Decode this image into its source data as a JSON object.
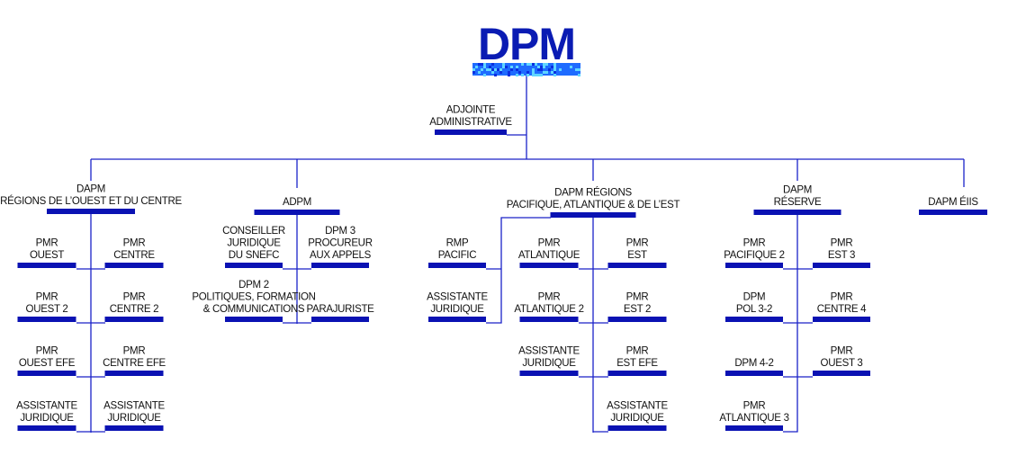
{
  "title": "DPM",
  "colors": {
    "bar": "#0a12b3",
    "line": "#1a22c8",
    "title": "#0a1bb3",
    "pattern_light": "#5fd6ff",
    "pattern_mid": "#1e6bff"
  },
  "adjointe": [
    "ADJOINTE",
    "ADMINISTRATIVE"
  ],
  "branches": {
    "ouest_centre": {
      "head": [
        "DAPM",
        "RÉGIONS DE L’OUEST ET DU CENTRE"
      ],
      "left": [
        [
          "PMR",
          "OUEST"
        ],
        [
          "PMR",
          "OUEST 2"
        ],
        [
          "PMR",
          "OUEST EFE"
        ],
        [
          "ASSISTANTE",
          "JURIDIQUE"
        ]
      ],
      "right": [
        [
          "PMR",
          "CENTRE"
        ],
        [
          "PMR",
          "CENTRE 2"
        ],
        [
          "PMR",
          "CENTRE EFE"
        ],
        [
          "ASSISTANTE",
          "JURIDIQUE"
        ]
      ]
    },
    "adpm": {
      "head": [
        "ADPM"
      ],
      "left": [
        [
          "CONSEILLER",
          "JURIDIQUE",
          "DU SNEFC"
        ],
        [
          "DPM 2",
          "POLITIQUES, FORMATION",
          "& COMMUNICATIONS"
        ]
      ],
      "right": [
        [
          "DPM 3",
          "PROCUREUR",
          "AUX APPELS"
        ],
        [
          "PARAJURISTE"
        ]
      ]
    },
    "pacifique": {
      "head": [
        "DAPM RÉGIONS",
        "PACIFIQUE, ATLANTIQUE & DE L’EST"
      ],
      "side": [
        [
          "RMP",
          "PACIFIC"
        ],
        [
          "ASSISTANTE",
          "JURIDIQUE"
        ]
      ],
      "left": [
        [
          "PMR",
          "ATLANTIQUE"
        ],
        [
          "PMR",
          "ATLANTIQUE 2"
        ],
        [
          "ASSISTANTE",
          "JURIDIQUE"
        ]
      ],
      "right": [
        [
          "PMR",
          "EST"
        ],
        [
          "PMR",
          "EST 2"
        ],
        [
          "PMR",
          "EST EFE"
        ],
        [
          "ASSISTANTE",
          "JURIDIQUE"
        ]
      ]
    },
    "reserve": {
      "head": [
        "DAPM",
        "RÉSERVE"
      ],
      "left": [
        [
          "PMR",
          "PACIFIQUE 2"
        ],
        [
          "DPM",
          "POL 3-2"
        ],
        [
          "DPM 4-2"
        ],
        [
          "PMR",
          "ATLANTIQUE 3"
        ]
      ],
      "right": [
        [
          "PMR",
          "EST 3"
        ],
        [
          "PMR",
          "CENTRE 4"
        ],
        [
          "PMR",
          "OUEST 3"
        ]
      ]
    },
    "eiis": {
      "head": [
        "DAPM ÉIIS"
      ]
    }
  }
}
